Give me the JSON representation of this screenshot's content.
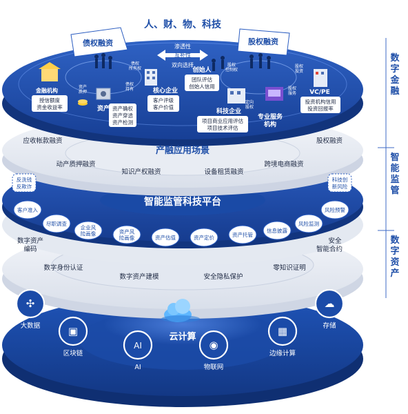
{
  "top_layer": {
    "title": "人、财、物、科技",
    "debt_panel": "债权融资",
    "equity_panel": "股权融资",
    "center_arrows": [
      "渗透性",
      "互补性",
      "双向选择"
    ],
    "nodes": {
      "financial_institution": "金融机构",
      "financial_institution_box": [
        "授信额度",
        "资金收益率"
      ],
      "assets": "资产",
      "assets_box": [
        "资产确权",
        "资产穿透",
        "资产检测"
      ],
      "core_enterprise": "核心企业",
      "core_enterprise_box": [
        "客户评级",
        "客户价值"
      ],
      "founder": "创始人",
      "founder_box": [
        "团队评估",
        "创始人信用"
      ],
      "tech_enterprise": "科技企业",
      "tech_enterprise_box": [
        "项目商业应用评估",
        "项目技术评估"
      ],
      "service_org": [
        "专业服务",
        "机构"
      ],
      "vcpe": "VC/PE",
      "vcpe_box": [
        "投资机构信用",
        "投资回报率"
      ]
    },
    "small_tags": {
      "asset_pledge": [
        "资产",
        "质押"
      ],
      "debt_holding": [
        "债权",
        "持有"
      ],
      "debt_ownership": [
        "债权",
        "所有权"
      ],
      "equity_holding": [
        "股权",
        "控制权"
      ],
      "equity_investment": [
        "股权",
        "投资"
      ],
      "equity_service": [
        "股权",
        "服务"
      ],
      "equity_invest2": [
        "定向",
        "股权"
      ]
    }
  },
  "scene_layer": {
    "title": "产融应用场景",
    "items": [
      "应收帐款融资",
      "股权融资",
      "动产质押融资",
      "跨境电商融资",
      "知识产权融资",
      "设备租赁融资"
    ]
  },
  "platform_layer": {
    "title": "智能监管科技平台",
    "left_tag": [
      "反洗钱",
      "反欺诈"
    ],
    "right_tag": [
      "科技创",
      "新风险"
    ],
    "chips": [
      [
        "客户准入"
      ],
      [
        "尽职调查"
      ],
      [
        "企业风",
        "险画像"
      ],
      [
        "资产风",
        "险画像"
      ],
      [
        "资产估值"
      ],
      [
        "资产定价"
      ],
      [
        "资产托管"
      ],
      [
        "信息披露"
      ],
      [
        "风险监测"
      ],
      [
        "风险预警"
      ]
    ]
  },
  "asset_layer": {
    "items": [
      "数字资产编码",
      "安全智能合约",
      "数字身份认证",
      "零知识证明",
      "数字资产建模",
      "安全隐私保护"
    ]
  },
  "base_layer": {
    "center": "云计算",
    "items": [
      "大数据",
      "区块链",
      "AI",
      "物联网",
      "边缘计算",
      "存储"
    ]
  },
  "side_labels": [
    "数字金融",
    "智能监管",
    "数字资产"
  ],
  "colors": {
    "navy": "#1f4fa8",
    "deep": "#143a8c",
    "light_band": "#e9edf4",
    "chip": "#ffffff"
  }
}
